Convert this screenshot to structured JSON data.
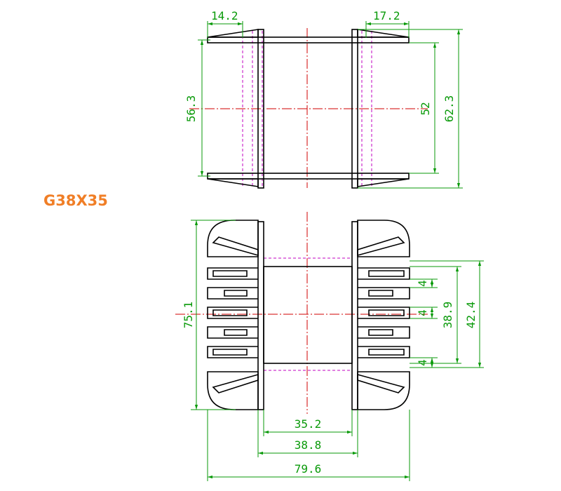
{
  "title": "G38X35",
  "colors": {
    "outline": "#000000",
    "dimension": "#0a9a0a",
    "centerline": "#d00000",
    "hidden": "#c000c0",
    "title": "#f07e26"
  },
  "top_view": {
    "dims": {
      "flange_left_width": "14.2",
      "flange_right_width": "17.2",
      "outer_height_left": "56.3",
      "inner_height": "52",
      "outer_height_right": "62.3"
    }
  },
  "bottom_view": {
    "dims": {
      "height_left": "75.1",
      "slot_1": "4",
      "slot_2": "4",
      "slot_3": "4",
      "inner_height": "38.9",
      "outer_height": "42.4",
      "width_inner": "35.2",
      "width_mid": "38.8",
      "width_total": "79.6"
    }
  }
}
